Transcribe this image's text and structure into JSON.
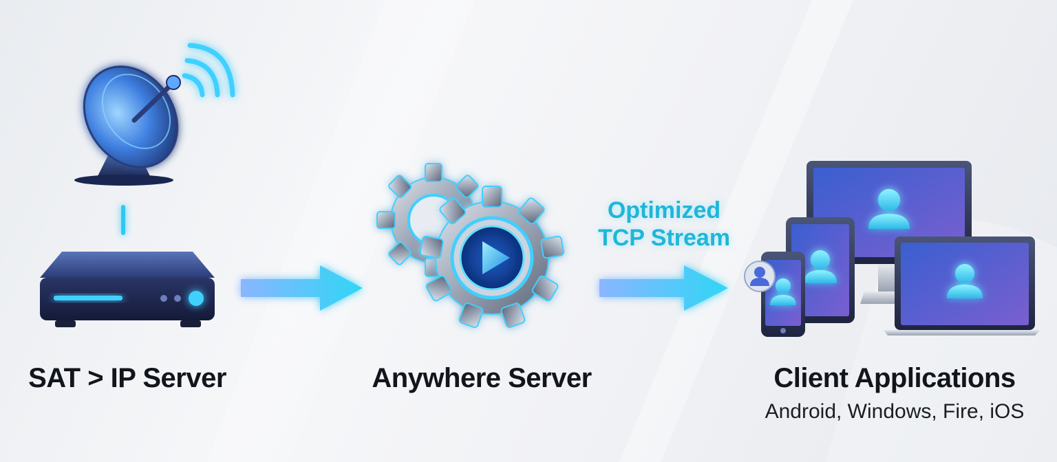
{
  "nodes": [
    {
      "id": "sat-ip-server",
      "label": "SAT > IP Server",
      "icons": [
        "satellite-dish-icon",
        "set-top-box-icon"
      ]
    },
    {
      "id": "anywhere-server",
      "label": "Anywhere Server",
      "icons": [
        "gears-icon",
        "play-icon"
      ]
    },
    {
      "id": "client-applications",
      "label": "Client Applications",
      "sublabel": "Android, Windows, Fire, iOS",
      "icons": [
        "smartphone-icon",
        "tablet-icon",
        "monitor-icon",
        "laptop-icon",
        "user-icon"
      ]
    }
  ],
  "edges": [
    {
      "from": "sat-ip-server",
      "to": "anywhere-server",
      "label": ""
    },
    {
      "from": "anywhere-server",
      "to": "client-applications",
      "label_line1": "Optimized",
      "label_line2": "TCP Stream"
    }
  ],
  "colors": {
    "accent": "#1fb6d8",
    "glow": "#3fd0ff",
    "device_blue": "#3b4a8a",
    "screen_purple": "#6b5fd0"
  }
}
